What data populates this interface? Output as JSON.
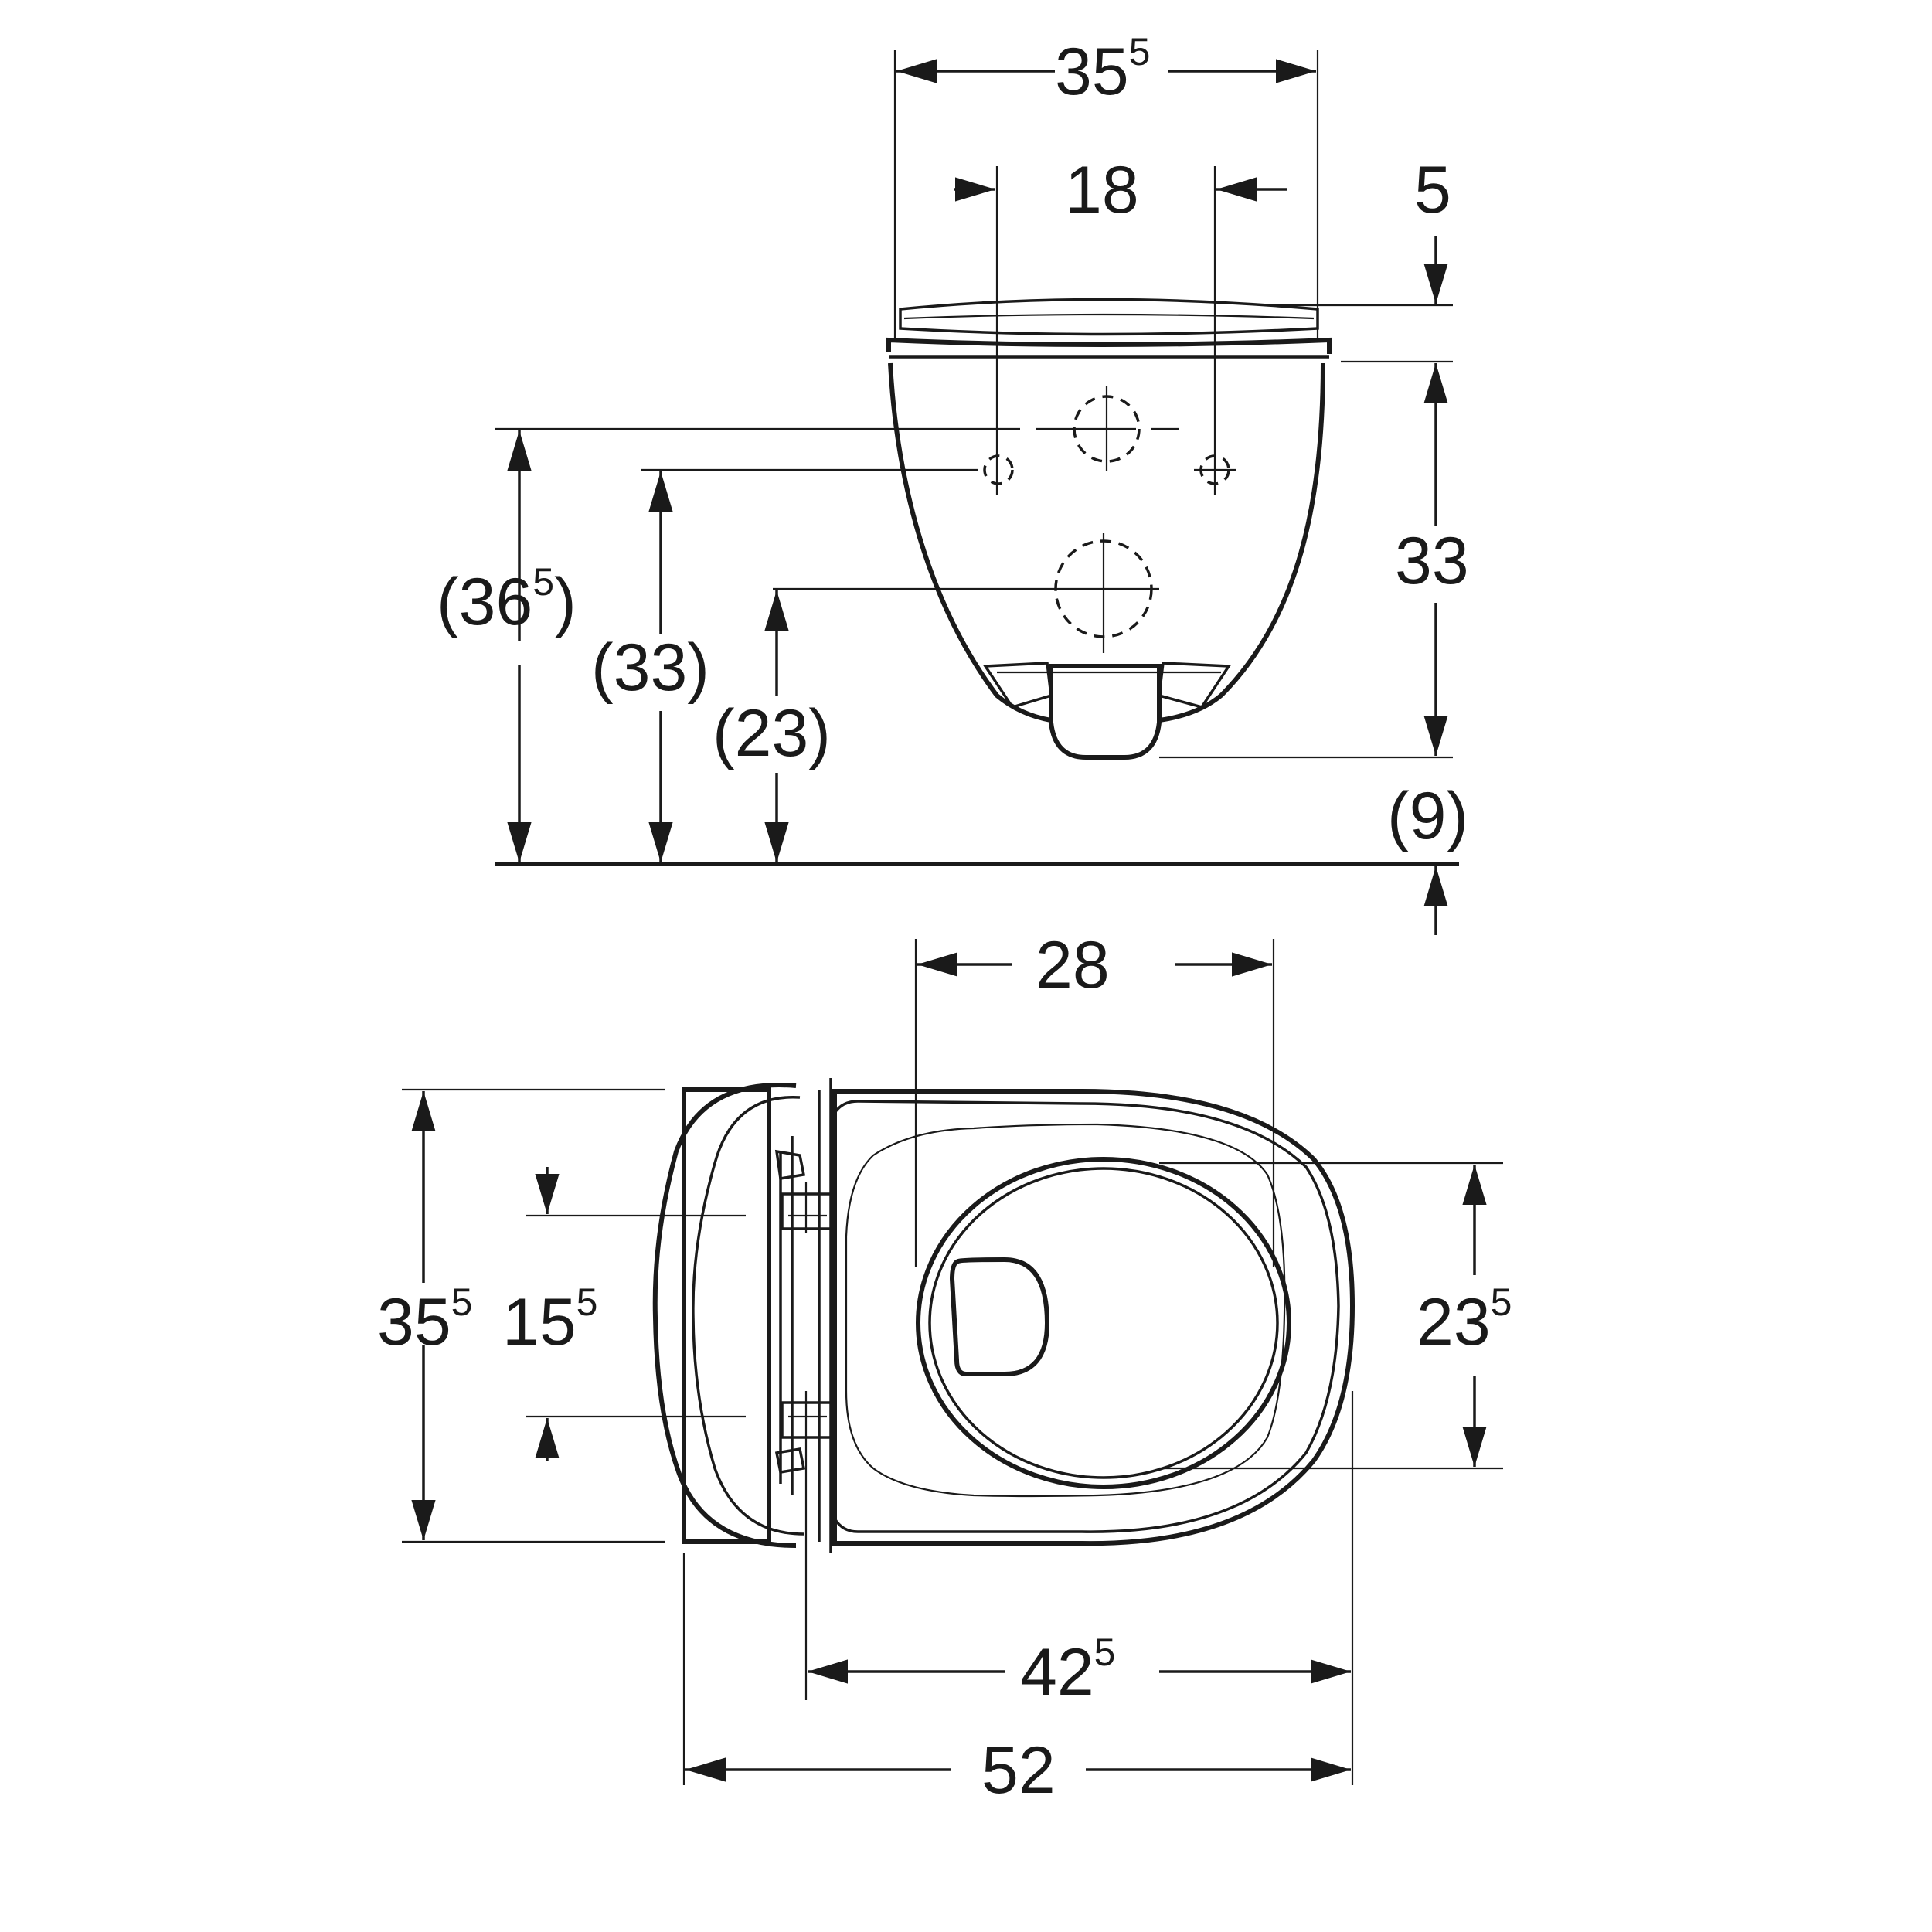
{
  "colors": {
    "ink": "#1a1a1a",
    "background": "#ffffff"
  },
  "side_view": {
    "overall_width": {
      "main": "35",
      "sup": "5"
    },
    "fixing_spacing": {
      "main": "18"
    },
    "lid_thickness": {
      "main": "5"
    },
    "bowl_height": {
      "main": "33"
    },
    "floor_clearance": {
      "main": "(9)"
    },
    "fix_height_upper": {
      "pre": "(36",
      "sup": "5",
      "post": ")"
    },
    "fix_height_bolts": {
      "main": "(33)"
    },
    "outlet_height": {
      "main": "(23)"
    }
  },
  "top_view": {
    "seat_width": {
      "main": "28"
    },
    "total_width": {
      "main": "35",
      "sup": "5"
    },
    "hinge_spacing": {
      "main": "15",
      "sup": "5"
    },
    "front_width": {
      "main": "23",
      "sup": "5"
    },
    "projection": {
      "main": "42",
      "sup": "5"
    },
    "overall_length": {
      "main": "52"
    }
  }
}
